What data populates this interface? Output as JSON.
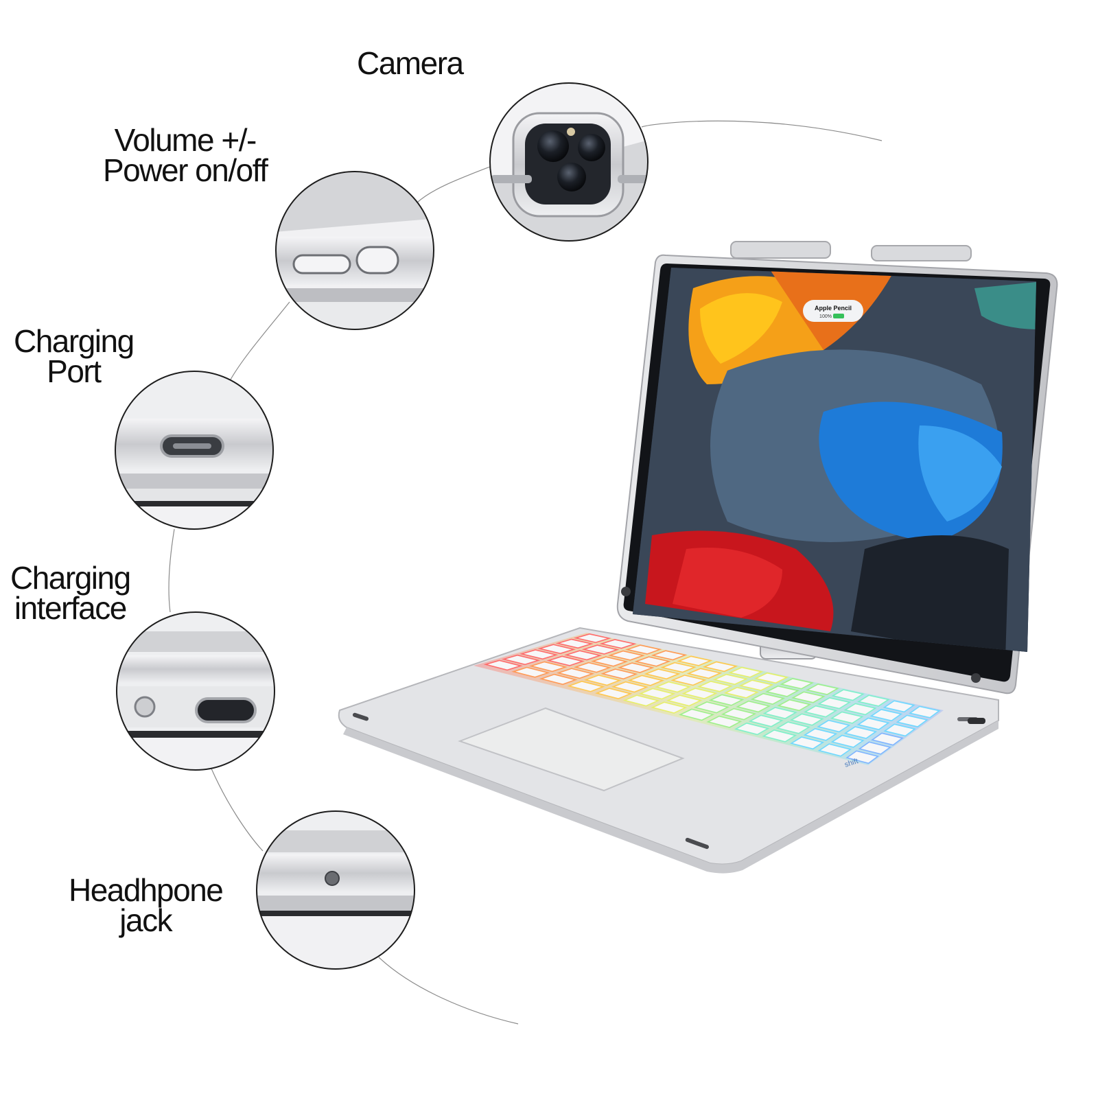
{
  "labels": {
    "camera": "Camera",
    "volume_line1": "Volume +/-",
    "volume_line2": "Power on/off",
    "charging_port_line1": "Charging",
    "charging_port_line2": "Port",
    "charging_interface_line1": "Charging",
    "charging_interface_line2": "interface",
    "headphone_line1": "Headhpone",
    "headphone_line2": "jack"
  },
  "screen": {
    "notification_title": "Apple Pencil",
    "notification_battery": "100%"
  },
  "keyboard": {
    "shift_label": "shift"
  },
  "colors": {
    "aluminum": "#d9dadd",
    "wallpaper_orange": "#f59a1c",
    "wallpaper_blue": "#1f78d1",
    "wallpaper_red": "#c8161d",
    "wallpaper_dark": "#222a33"
  }
}
